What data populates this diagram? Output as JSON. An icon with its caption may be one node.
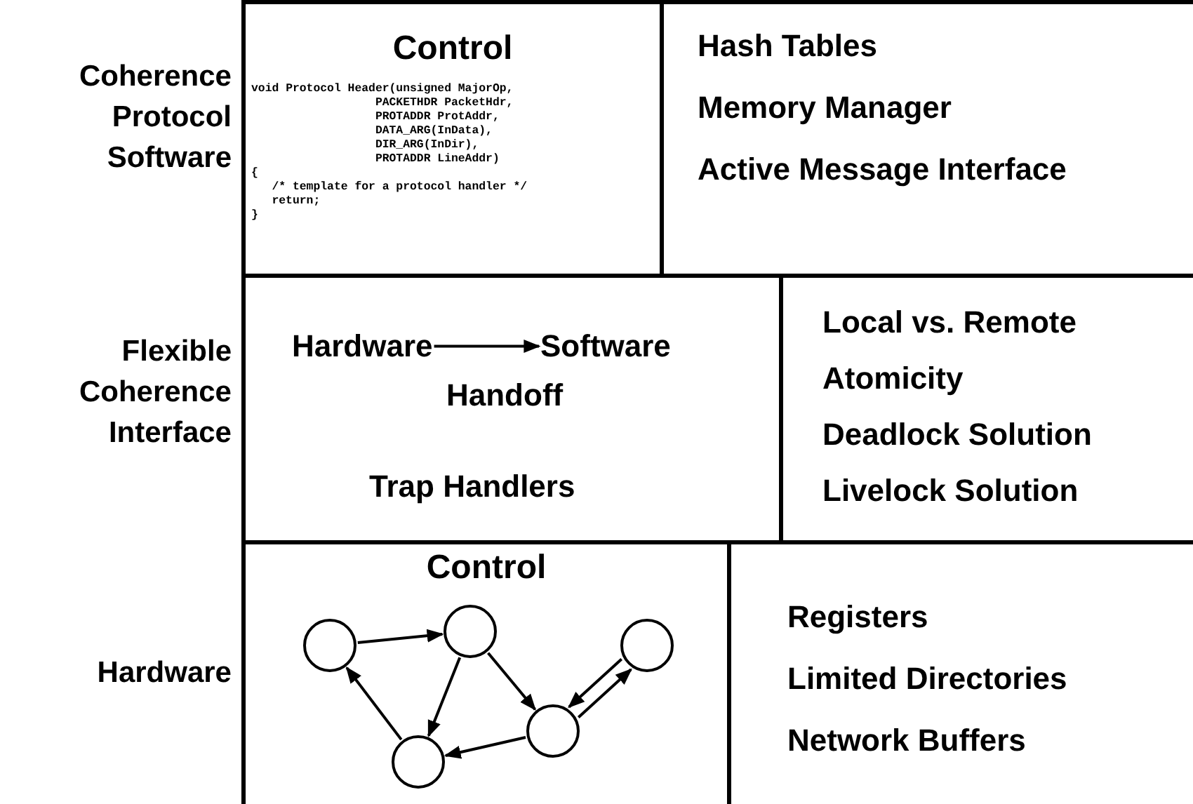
{
  "diagram": {
    "nodes": [
      {
        "text": [
          "Control",
          "void Protocol Header(unsigned MajorOp,",
          "PACKETHDR PacketHdr,",
          "PROTADDR ProtAddr,",
          "DATA_ARG(InData),",
          "DIR_ARG(InDir),",
          "PROTADDR LineAddr)",
          "{",
          "/* template for a protocol handler */",
          "return;",
          "}"
        ]
      },
      {
        "text": [
          "Hash Tables",
          "Memory Manager",
          "Active Message Interface"
        ]
      },
      {
        "text": [
          "Handoff",
          "Trap Handlers"
        ]
      },
      {
        "text": [
          "Hardware"
        ],
        "in": 2
      },
      {
        "text": [
          "Software"
        ],
        "in": 2
      },
      {
        "text": [
          "Local vs. Remote",
          "Atomicity",
          "Deadlock Solution",
          "Livelock Solution"
        ]
      },
      {
        "text": [
          "Control"
        ]
      },
      {
        "text": [],
        "shape": "circle",
        "in": 6
      },
      {
        "text": [],
        "shape": "circle",
        "in": 6
      },
      {
        "text": [],
        "shape": "circle",
        "in": 6
      },
      {
        "text": [],
        "shape": "circle",
        "in": 6
      },
      {
        "text": [],
        "shape": "circle",
        "in": 6
      },
      {
        "text": [
          "Registers",
          "Limited Directories",
          "Network Buffers"
        ]
      }
    ],
    "edges": [
      {
        "from": 3,
        "to": 4,
        "arrow": "to"
      },
      {
        "from": 7,
        "to": 9,
        "arrow": "to"
      },
      {
        "from": 9,
        "to": 8,
        "arrow": "to"
      },
      {
        "from": 8,
        "to": 7,
        "arrow": "to"
      },
      {
        "from": 9,
        "to": 10,
        "arrow": "to"
      },
      {
        "from": 10,
        "to": 8,
        "arrow": "to"
      },
      {
        "from": 10,
        "to": 11,
        "arrow": "to"
      },
      {
        "from": 11,
        "to": 10,
        "arrow": "to"
      }
    ],
    "labels": [
      "Coherence Protocol Software",
      "Flexible Coherence Interface",
      "Hardware"
    ]
  }
}
